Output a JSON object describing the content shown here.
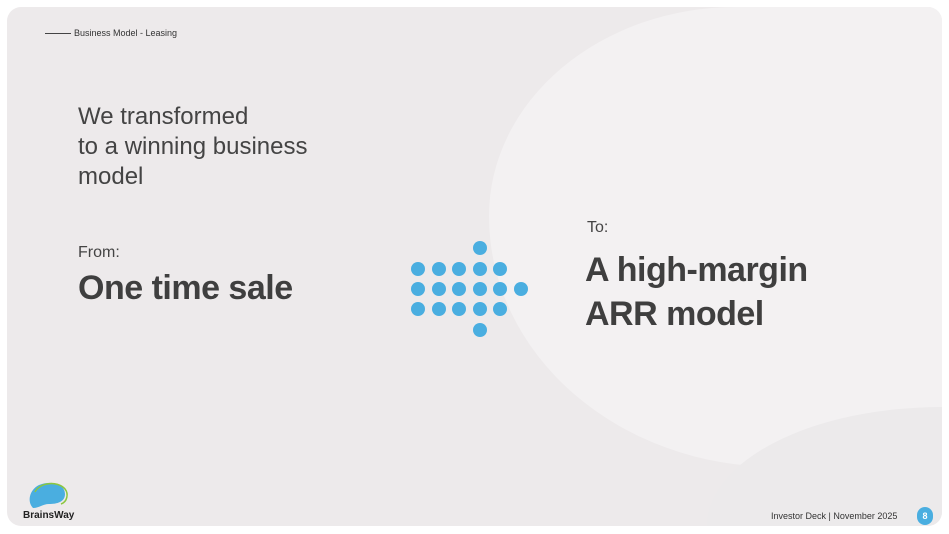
{
  "section_tag": "Business Model - Leasing",
  "headline": [
    "We transformed",
    "to a winning business",
    "model"
  ],
  "from": {
    "label": "From:",
    "value": "One time sale"
  },
  "to": {
    "label": "To:",
    "value_lines": [
      "A high-margin",
      "ARR model"
    ]
  },
  "footer": {
    "text": "Investor Deck | November 2025",
    "page_number": "8"
  },
  "logo": {
    "name": "BrainsWay"
  },
  "colors": {
    "accent": "#4aaee0",
    "background": "#edeaeb",
    "text": "#3f3f3f"
  },
  "icons": {
    "arrow": "dotted-arrow-right-icon"
  }
}
